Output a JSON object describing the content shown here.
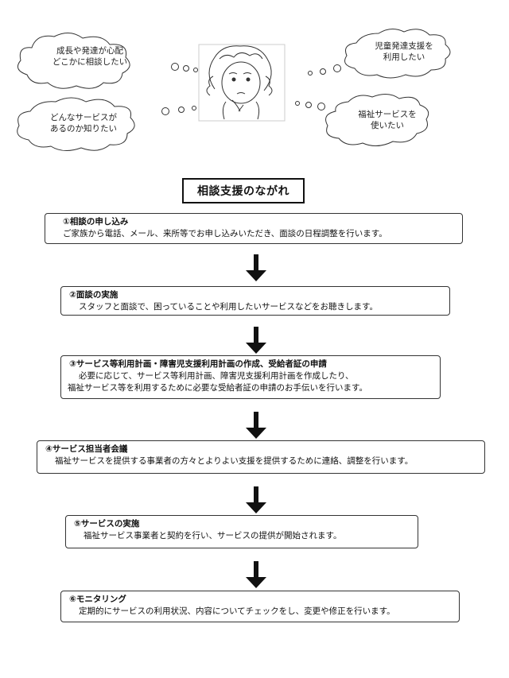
{
  "thoughts": [
    {
      "line1": "成長や発達が心配",
      "line2": "どこかに相談したい"
    },
    {
      "line1": "どんなサービスが",
      "line2": "あるのか知りたい"
    },
    {
      "line1": "児童発達支援を",
      "line2": "利用したい"
    },
    {
      "line1": "福祉サービスを",
      "line2": "使いたい"
    }
  ],
  "title": "相談支援のながれ",
  "steps": [
    {
      "title": "①相談の申し込み",
      "lines": [
        "ご家族から電話、メール、来所等でお申し込みいただき、面談の日程調整を行います。"
      ]
    },
    {
      "title": "②面談の実施",
      "lines": [
        "スタッフと面談で、困っていることや利用したいサービスなどをお聴きします。"
      ]
    },
    {
      "title": "③サービス等利用計画・障害児支援利用計画の作成、受給者証の申請",
      "lines": [
        "必要に応じて、サービス等利用計画、障害児支援利用計画を作成したり、",
        "福祉サービス等を利用するために必要な受給者証の申請のお手伝いを行います。"
      ]
    },
    {
      "title": "④サービス担当者会議",
      "lines": [
        "福祉サービスを提供する事業者の方々とよりよい支援を提供するために連絡、調整を行います。"
      ]
    },
    {
      "title": "⑤サービスの実施",
      "lines": [
        "福祉サービス事業者と契約を行い、サービスの提供が開始されます。"
      ]
    },
    {
      "title": "⑥モニタリング",
      "lines": [
        "定期的にサービスの利用状況、内容についてチェックをし、変更や修正を行います。"
      ]
    }
  ],
  "colors": {
    "line": "#333333",
    "arrow": "#111111"
  }
}
